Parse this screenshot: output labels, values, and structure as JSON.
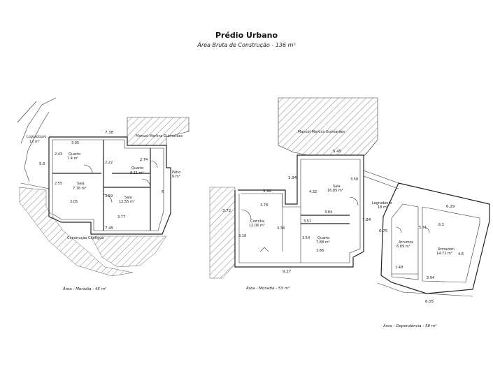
{
  "header": {
    "title": "Prédio Urbano",
    "subtitle": "Área Bruta de Construção - 136 m²"
  },
  "plan1": {
    "neighbor": "Manuel Martins Guimarães",
    "rooms": {
      "logradouro": "Logradouro",
      "logradouro_area": "12 m²",
      "quarto1": "Quarto",
      "quarto1_area": "7.4 m²",
      "quarto2": "Quarto",
      "quarto2_area": "8.11 m²",
      "sala1": "Sala",
      "sala1_area": "7.76 m²",
      "sala2": "Sala",
      "sala2_area": "12.55 m²",
      "patio": "Pátio",
      "patio_area": "6 m²",
      "construcao": "Construção Contígua"
    },
    "dims": {
      "top": "7.38",
      "left": "5.5",
      "bottom": "7.45",
      "right": "6",
      "d305": "3.05",
      "d243": "2.43",
      "d222": "2.22",
      "d274": "2.74",
      "d255": "2.55",
      "d305b": "3.05",
      "d359": "3.59",
      "d377": "3.77"
    },
    "caption": "Área - Moradia - 45 m²"
  },
  "plan2": {
    "neighbor": "Manuel Martins Guimarães",
    "rooms": {
      "sala": "Sala",
      "sala_area": "16.85 m²",
      "cozinha": "Cozinha",
      "cozinha_area": "12.06 m²",
      "quarto": "Quarto",
      "quarto_area": "7.88 m²"
    },
    "dims": {
      "top": "5.45",
      "d394a": "3.94",
      "d394b": "3.94",
      "d372": "3.72",
      "d378": "3.78",
      "d334": "3.34",
      "d318": "3.18",
      "d432": "4.32",
      "d358": "3.58",
      "d384": "3.84",
      "d784": "7.84",
      "d354": "3.54",
      "d351": "3.51",
      "d386": "3.86",
      "bottom": "9.27"
    },
    "caption": "Área - Moradia - 53 m²"
  },
  "plan3": {
    "rooms": {
      "logradouro": "Logradouro",
      "logradouro_area": "18 m²",
      "arrumos": "Arrumos",
      "arrumos_area": "6.89 m²",
      "armazem": "Armazém",
      "armazem_area": "14.72 m²"
    },
    "dims": {
      "top": "6.29",
      "left": "6.75",
      "d571": "5.71",
      "d63": "6.3",
      "d148": "1.48",
      "d48": "4.8",
      "d394": "3.94",
      "bottom": "6.05"
    },
    "caption": "Área - Dependência - 58 m²"
  }
}
